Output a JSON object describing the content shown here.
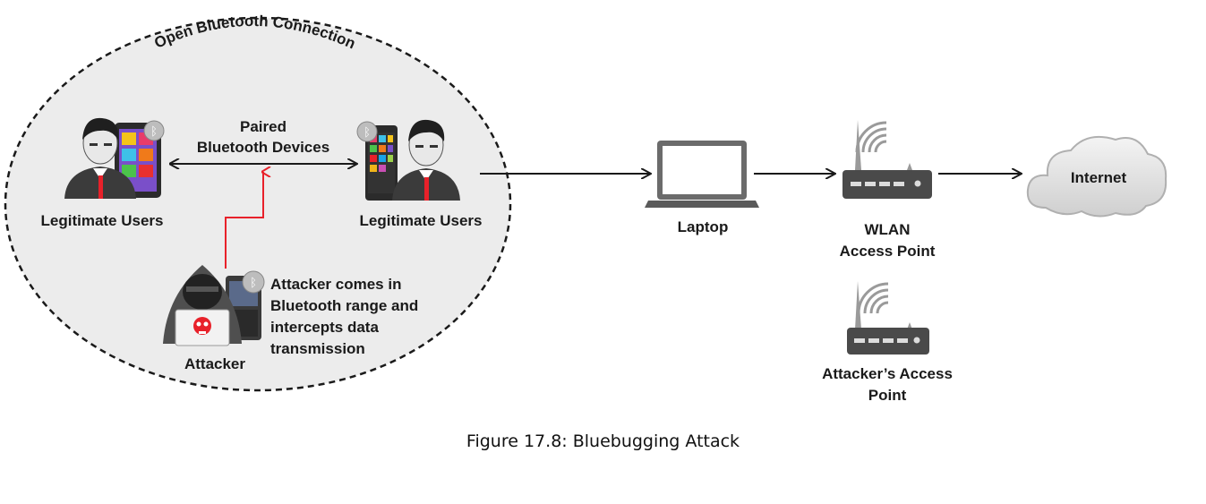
{
  "diagram": {
    "zone_label": "Open Bluetooth Connection",
    "paired_label_line1": "Paired",
    "paired_label_line2": "Bluetooth Devices",
    "user_left_label": "Legitimate Users",
    "user_right_label": "Legitimate Users",
    "attacker_label": "Attacker",
    "attacker_note": [
      "Attacker comes in",
      "Bluetooth range and",
      "intercepts data",
      "transmission"
    ],
    "laptop_label": "Laptop",
    "wlan_label_line1": "WLAN",
    "wlan_label_line2": "Access Point",
    "internet_label": "Internet",
    "attacker_ap_line1": "Attacker’s Access",
    "attacker_ap_line2": "Point"
  },
  "caption": "Figure 17.8: Bluebugging Attack",
  "colors": {
    "attack_arrow": "#e8212a",
    "ellipse_fill": "#ececec",
    "ellipse_stroke": "#1a1a1a",
    "router_body": "#4a4a4a",
    "cloud_fill": "#e6e6e6"
  }
}
